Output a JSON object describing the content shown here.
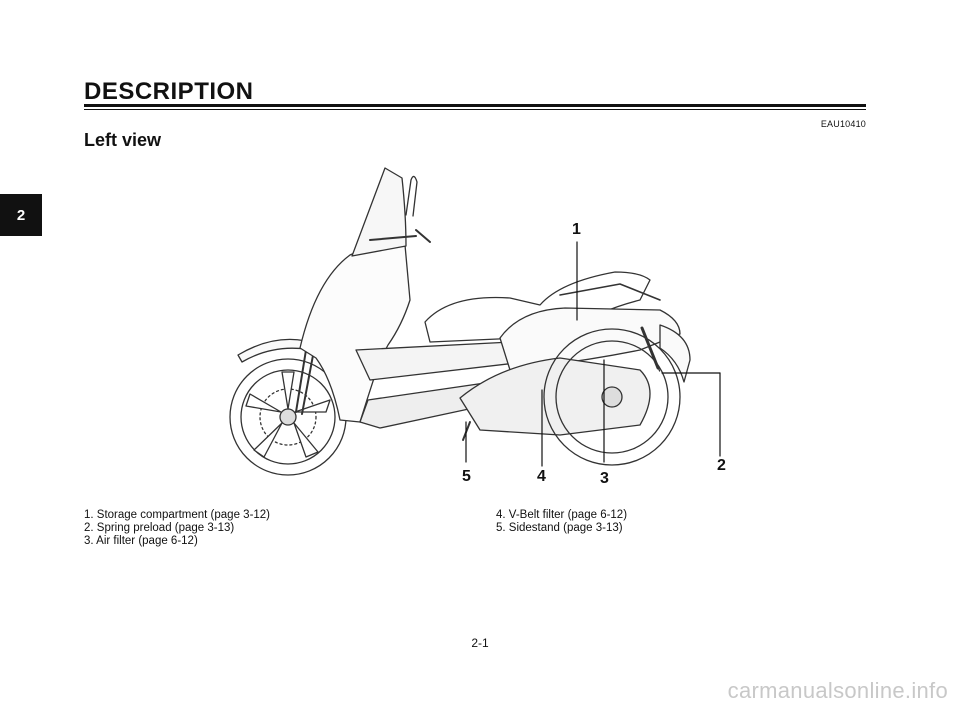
{
  "chapter_tab": "2",
  "heading": "DESCRIPTION",
  "section_code": "EAU10410",
  "section_title": "Left view",
  "callouts": [
    "1",
    "2",
    "3",
    "4",
    "5"
  ],
  "captions_left": [
    "1. Storage compartment (page 3-12)",
    "2. Spring preload (page 3-13)",
    "3. Air filter (page 6-12)"
  ],
  "captions_right": [
    "4. V-Belt filter (page 6-12)",
    "5. Sidestand (page 3-13)"
  ],
  "page_number": "2-1",
  "watermark": "carmanualsonline.info"
}
